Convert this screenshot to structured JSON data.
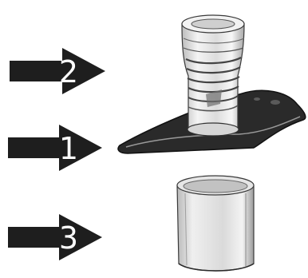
{
  "callouts": [
    {
      "id": "arrow-2",
      "label": "2"
    },
    {
      "id": "arrow-1",
      "label": "1"
    },
    {
      "id": "arrow-3",
      "label": "3"
    }
  ],
  "colors": {
    "arrow": "#1e1e1e",
    "outline": "#222222",
    "part_light": "#e9e9e9",
    "part_mid": "#bdbdbd",
    "flange": "#2a2a2a"
  }
}
